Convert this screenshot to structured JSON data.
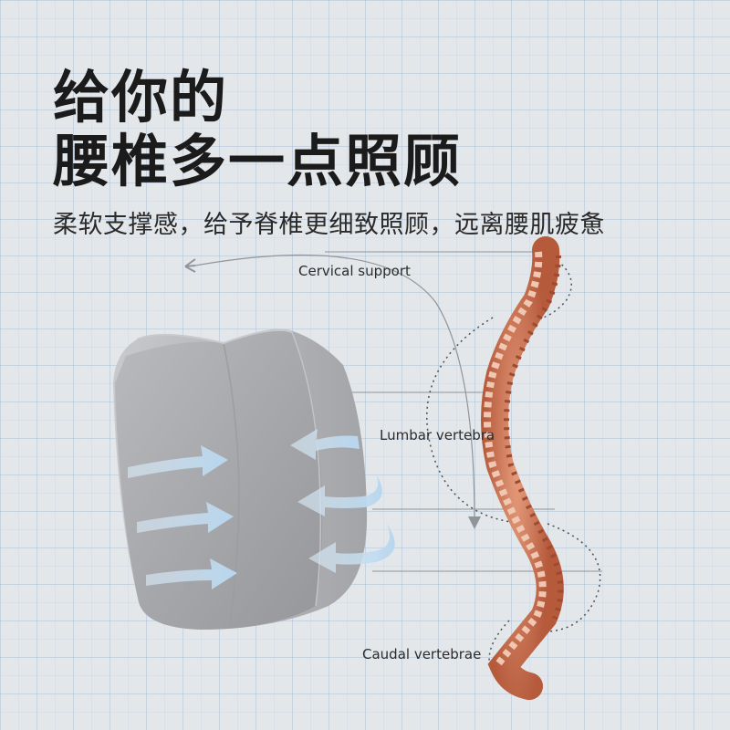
{
  "headline": {
    "line1": "给你的",
    "line2": "腰椎多一点照顾"
  },
  "subtitle": "柔软支撑感，给予脊椎更细致照顾，远离腰肌疲惫",
  "callouts": {
    "cervical": "Cervical support",
    "lumbar": "Lumbar vertebra",
    "caudal": "Caudal vertebrae"
  },
  "colors": {
    "background": "#e4e7ea",
    "grid": "#96afcd",
    "pillow": "#a9aaad",
    "arrows": "#bcd8ef",
    "spine": "#c96848",
    "vertebra": "#e9b8a0",
    "headline": "#1b1b1b"
  },
  "icons": {
    "pillow": "lumbar-pillow-image",
    "spine": "spine-illustration",
    "arrows": "support-arrows"
  }
}
